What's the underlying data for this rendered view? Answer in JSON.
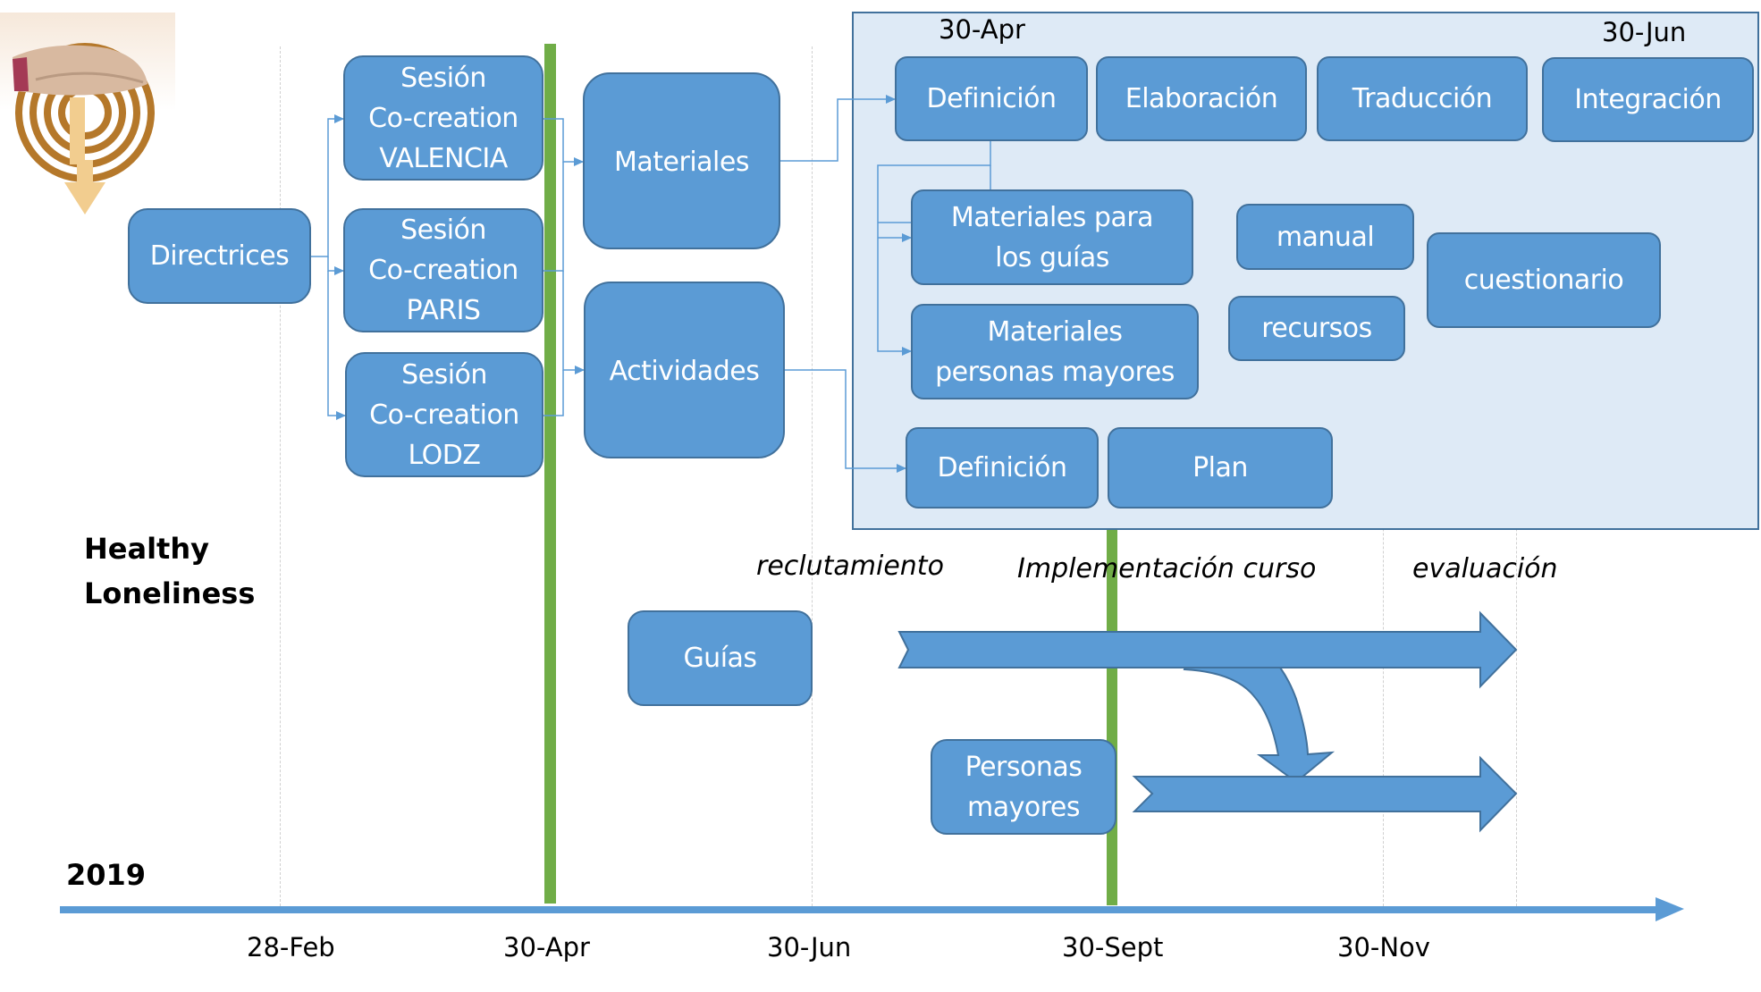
{
  "title": {
    "line1": "Healthy",
    "line2": "Loneliness"
  },
  "year": "2019",
  "colors": {
    "box_fill": "#5b9bd5",
    "box_border": "#41719c",
    "panel_fill": "#deeaf6",
    "milestone": "#70ad47",
    "axis": "#5b9bd5"
  },
  "logo": {
    "icon": "maze-hands-logo"
  },
  "timeline": {
    "ticks": [
      "28-Feb",
      "30-Apr",
      "30-Jun",
      "30-Sept",
      "30-Nov"
    ]
  },
  "stage1": {
    "directrices": "Directrices",
    "sessions": [
      {
        "line1": "Sesión",
        "line2": "Co-creation",
        "line3": "VALENCIA"
      },
      {
        "line1": "Sesión",
        "line2": "Co-creation",
        "line3": "PARIS"
      },
      {
        "line1": "Sesión",
        "line2": "Co-creation",
        "line3": "LODZ"
      }
    ]
  },
  "stage2": {
    "materiales": "Materiales",
    "actividades": "Actividades"
  },
  "panel": {
    "start_date": "30-Apr",
    "end_date": "30-Jun",
    "phases": [
      "Definición",
      "Elaboración",
      "Traducción",
      "Integración"
    ],
    "materiales_guias": {
      "line1": "Materiales para",
      "line2": "los guías"
    },
    "materiales_mayores": {
      "line1": "Materiales",
      "line2": "personas mayores"
    },
    "manual": "manual",
    "recursos": "recursos",
    "cuestionario": "cuestionario",
    "actividades_phases": [
      "Definición",
      "Plan"
    ]
  },
  "implementation": {
    "labels": [
      "reclutamiento",
      "Implementación curso",
      "evaluación"
    ],
    "guias": "Guías",
    "personas_mayores": {
      "line1": "Personas",
      "line2": "mayores"
    }
  }
}
